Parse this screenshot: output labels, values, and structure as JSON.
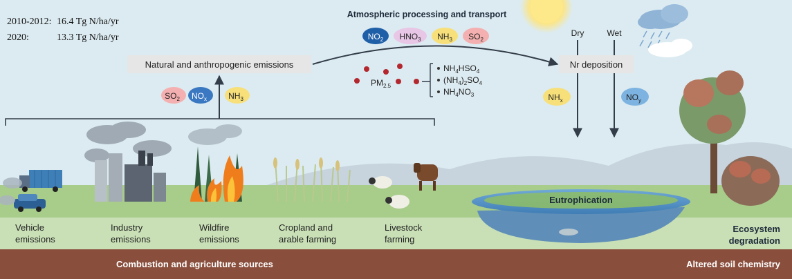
{
  "stats": [
    {
      "label": "2010-2012:",
      "value": "16.4 Tg N/ha/yr"
    },
    {
      "label": "2020:",
      "value": "13.3 Tg N/ha/yr"
    }
  ],
  "atmosphere": {
    "title": "Atmospheric processing and transport",
    "gases": [
      {
        "main": "NO",
        "sub": "2",
        "color": "#1f5fa8",
        "text_color": "#ffffff"
      },
      {
        "main": "HNO",
        "sub": "3",
        "color": "#e8c6e6",
        "text_color": "#222222"
      },
      {
        "main": "NH",
        "sub": "3",
        "color": "#f7e07a",
        "text_color": "#222222"
      },
      {
        "main": "SO",
        "sub": "2",
        "color": "#f4b0b0",
        "text_color": "#222222"
      }
    ]
  },
  "emissions_box": "Natural and anthropogenic emissions",
  "emitted": [
    {
      "main": "SO",
      "sub": "2",
      "color": "#f4b0b0",
      "text_color": "#222222"
    },
    {
      "main": "NO",
      "sub": "x",
      "color": "#3a78c2",
      "text_color": "#ffffff"
    },
    {
      "main": "NH",
      "sub": "3",
      "color": "#f7e07a",
      "text_color": "#222222"
    }
  ],
  "pm": {
    "main": "PM",
    "sub": "2.5",
    "species": [
      {
        "p1": "NH",
        "s1": "4",
        "p2": "HSO",
        "s2": "4"
      },
      {
        "p1": "(NH",
        "s1": "4",
        "p2": ")",
        "s2": "2",
        "p3": "SO",
        "s3": "4"
      },
      {
        "p1": "NH",
        "s1": "4",
        "p2": "NO",
        "s2": "3"
      }
    ]
  },
  "deposition": {
    "box": "Nr deposition",
    "dry": "Dry",
    "wet": "Wet",
    "nhx": {
      "main": "NH",
      "sub": "x",
      "color": "#f7e07a"
    },
    "noy": {
      "main": "NO",
      "sub": "y",
      "color": "#7db3e0"
    }
  },
  "sources": [
    {
      "line1": "Vehicle",
      "line2": "emissions"
    },
    {
      "line1": "Industry",
      "line2": "emissions"
    },
    {
      "line1": "Wildfire",
      "line2": "emissions"
    },
    {
      "line1": "Cropland and",
      "line2": "arable farming"
    },
    {
      "line1": "Livestock",
      "line2": "farming"
    }
  ],
  "eutrophication": "Eutrophication",
  "ecosystem": {
    "line1": "Ecosystem",
    "line2": "degradation"
  },
  "bottom": {
    "left": "Combustion and agriculture sources",
    "right": "Altered soil chemistry"
  },
  "colors": {
    "sky": "#dcebf1",
    "ground": "#a8cc8a",
    "label_band": "#c9e0b6",
    "soil": "#8a4e3c",
    "box_fill": "#e6e6e6",
    "water": "#4f93c6",
    "arrow": "#333d4a"
  }
}
